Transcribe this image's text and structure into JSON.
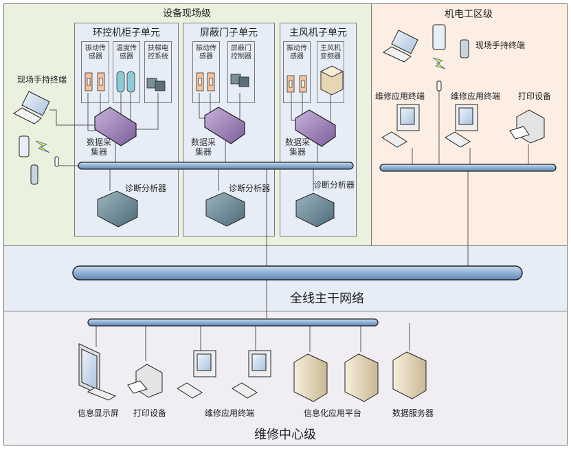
{
  "diagram": {
    "zones": {
      "field": {
        "title": "设备现场级",
        "color": "#eaf1de"
      },
      "electromech": {
        "title": "机电工区级",
        "color": "#fdeee3"
      },
      "backbone": {
        "title": "全线主干网络",
        "color": "#e6edf7"
      },
      "center": {
        "title": "维修中心级",
        "color": "#f0edf3"
      }
    },
    "subunits": [
      {
        "title": "环控机柜子单元",
        "devices": [
          {
            "label": "振动传\n感器",
            "icon": "vibration-sensor-icon"
          },
          {
            "label": "温度传\n感器",
            "icon": "temperature-sensor-icon"
          },
          {
            "label": "扶梯电\n控系统",
            "icon": "escalator-control-icon"
          }
        ],
        "collector_label": "数据采\n集器",
        "analyzer_label": "诊断分析器"
      },
      {
        "title": "屏蔽门子单元",
        "devices": [
          {
            "label": "振动传\n感器",
            "icon": "vibration-sensor-icon"
          },
          {
            "label": "屏蔽门\n控制器",
            "icon": "door-controller-icon"
          }
        ],
        "collector_label": "数据采\n集器",
        "analyzer_label": "诊断分析器"
      },
      {
        "title": "主风机子单元",
        "devices": [
          {
            "label": "振动传\n感器",
            "icon": "vibration-sensor-icon"
          },
          {
            "label": "主风机\n变频器",
            "icon": "inverter-icon"
          }
        ],
        "collector_label": "数据采\n集器",
        "analyzer_label": "诊断分析器"
      }
    ],
    "field_handheld_label": "现场手持终端",
    "electromech": {
      "handheld_label": "现场手持终端",
      "terminals": [
        "维修应用终端",
        "维修应用终端"
      ],
      "printer_label": "打印设备"
    },
    "center": {
      "items": [
        {
          "label": "信息显示屏",
          "icon": "display-screen-icon"
        },
        {
          "label": "打印设备",
          "icon": "printer-icon"
        },
        {
          "label": "维修应用终端",
          "icon": "workstation-icon"
        },
        {
          "label": "",
          "icon": "workstation-icon"
        },
        {
          "label": "信息化应用平台",
          "icon": "server-icon"
        },
        {
          "label": "",
          "icon": "server-icon"
        },
        {
          "label": "数据服务器",
          "icon": "server-icon"
        }
      ]
    },
    "colors": {
      "bus_fill": "#9dbbdc",
      "collector_fill": "#9b7fb5",
      "sensor_orange": "#f7c199",
      "sensor_cyan": "#8ccbd6",
      "server_beige": "#e8ddc0",
      "analyzer_fill": "#6f8f9c",
      "line": "#555555"
    }
  }
}
